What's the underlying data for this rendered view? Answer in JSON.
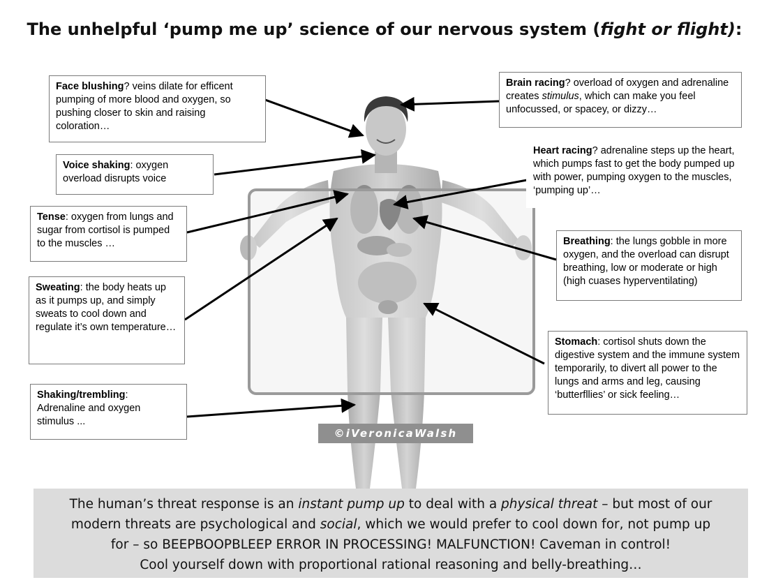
{
  "title": {
    "prefix": "The unhelpful ‘pump me up’ science of our nervous system (",
    "italic": "fight or flight)",
    "suffix": ":"
  },
  "watermark": "©iVeronicaWalsh",
  "callouts": {
    "face": {
      "head": "Face blushing",
      "text": "? veins dilate for efficent pumping of more blood and oxygen, so pushing closer to skin and raising coloration…"
    },
    "voice": {
      "head": "Voice shaking",
      "text": ": oxygen overload disrupts voice"
    },
    "tense": {
      "head": "Tense",
      "text": ": oxygen from lungs and sugar from cortisol  is pumped to the muscles …"
    },
    "sweating": {
      "head": "Sweating",
      "text": ": the body heats up as it pumps up, and simply sweats to cool down and regulate it’s own temperature…"
    },
    "shaking": {
      "head": "Shaking/trembling",
      "text": ":\nAdrenaline and oxygen stimulus ..."
    },
    "brain": {
      "head": "Brain racing",
      "text_a": "? overload of oxygen and adrenaline creates ",
      "text_em": "stimulus",
      "text_b": ", which can make you feel unfocussed, or spacey, or dizzy…"
    },
    "heart": {
      "head": "Heart racing",
      "text": "? adrenaline steps up the heart, which pumps fast to get the body pumped up with power, pumping oxygen to the muscles, ‘pumping up’…"
    },
    "breathing": {
      "head": "Breathing",
      "text": ": the lungs gobble in more oxygen, and the overload can disrupt breathing, low or moderate or high (high cuases hyperventilating)"
    },
    "stomach": {
      "head": "Stomach",
      "text": ": cortisol shuts down the digestive system and the immune system temporarily, to divert all power to the lungs and arms and leg, causing ‘butterfllies’ or sick feeling…"
    }
  },
  "footer": {
    "l1_a": "The human’s threat response is an ",
    "l1_em1": "instant pump up",
    "l1_b": " to deal with a ",
    "l1_em2": "physical threat",
    "l1_c": " – but most of our",
    "l2_a": "modern  threats are psychological and ",
    "l2_em": "social",
    "l2_b": ", which we would prefer to cool down for, not pump up",
    "l3": "for – so BEEPBOOPBLEEP ERROR IN PROCESSING! MALFUNCTION! Caveman in control!",
    "l4": "Cool yourself down with proportional rational reasoning and belly-breathing…"
  }
}
